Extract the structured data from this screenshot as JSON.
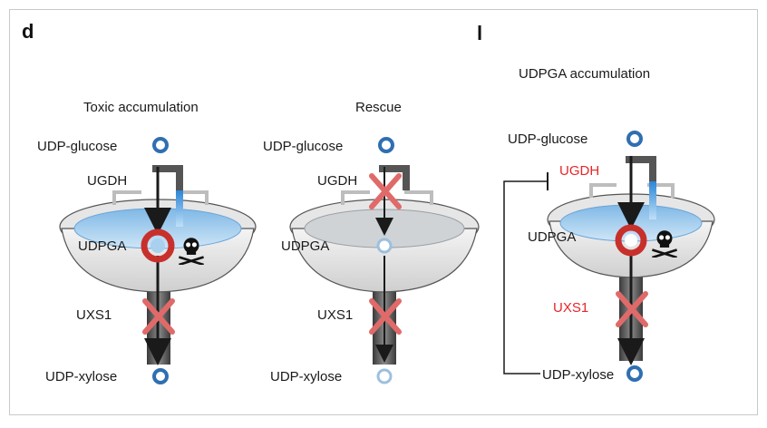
{
  "panels": {
    "d": {
      "letter": "d",
      "left": {
        "title": "Toxic accumulation",
        "top_metabolite": "UDP-glucose",
        "enzyme_top": "UGDH",
        "middle_metabolite": "UDPGA",
        "enzyme_bottom": "UXS1",
        "bottom_metabolite": "UDP-xylose"
      },
      "right": {
        "title": "Rescue",
        "top_metabolite": "UDP-glucose",
        "enzyme_top": "UGDH",
        "middle_metabolite": "UDPGA",
        "enzyme_bottom": "UXS1",
        "bottom_metabolite": "UDP-xylose"
      }
    },
    "l": {
      "letter": "l",
      "title": "UDPGA accumulation",
      "top_metabolite": "UDP-glucose",
      "enzyme_top": "UGDH",
      "middle_metabolite": "UDPGA",
      "enzyme_bottom": "UXS1",
      "bottom_metabolite": "UDP-xylose"
    }
  },
  "colors": {
    "metabolite_ring": "#2f6fb1",
    "udpga_ring": "#c8302c",
    "water": "#a9d0ee",
    "cross": "#e06a6a",
    "highlight_text": "#e8252a"
  }
}
